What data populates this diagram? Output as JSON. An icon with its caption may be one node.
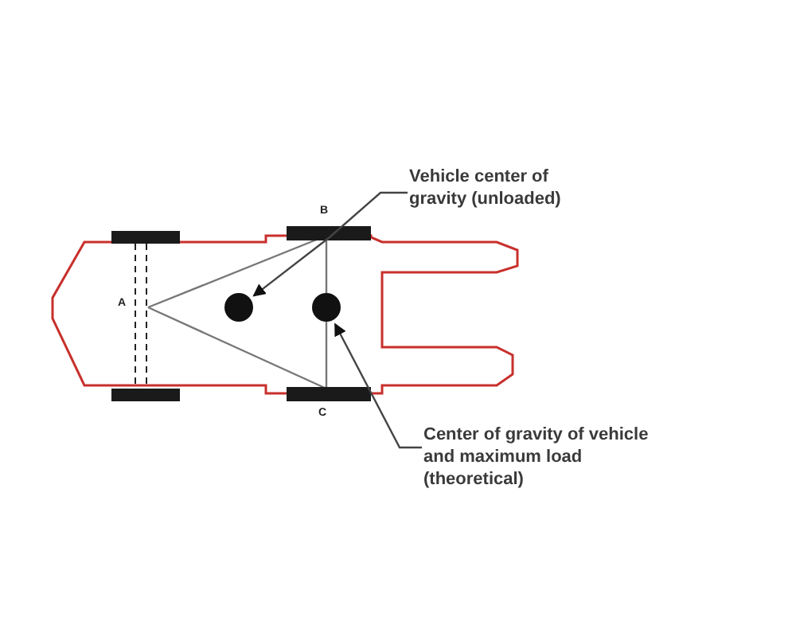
{
  "diagram": {
    "nodes": [
      {
        "text": [
          "Vehicle center of gravity (unloaded)"
        ]
      },
      {
        "text": [],
        "shape": "circle"
      },
      {
        "text": [
          "Center of gravity of vehicle and maximum load (theoretical)"
        ]
      },
      {
        "text": [],
        "shape": "circle"
      }
    ],
    "edges": [
      {
        "from": 0,
        "to": 1,
        "arrow": "to"
      },
      {
        "from": 2,
        "to": 3,
        "arrow": "to"
      }
    ],
    "labels": [
      "B",
      "A",
      "C"
    ]
  }
}
